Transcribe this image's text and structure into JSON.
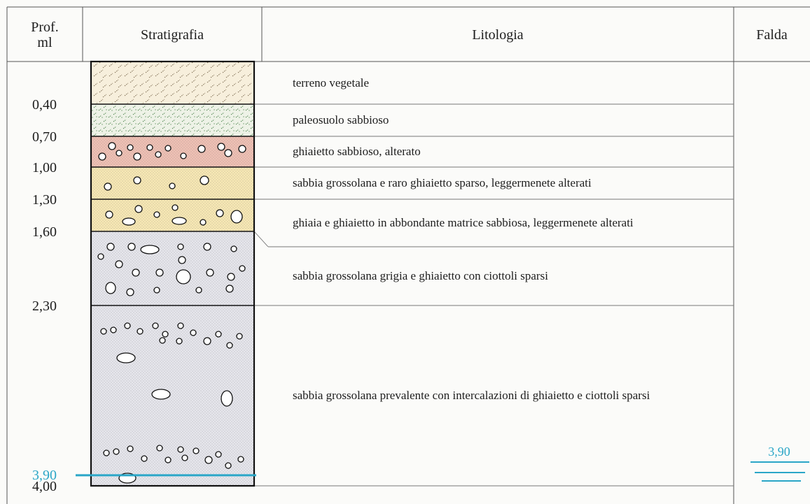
{
  "headers": {
    "prof": "Prof.",
    "prof_unit": "ml",
    "stratigrafia": "Stratigrafia",
    "litologia": "Litologia",
    "falda": "Falda"
  },
  "layers": [
    {
      "from": 0.0,
      "to": 0.4,
      "description": "terreno vegetale",
      "pattern": "vegetale",
      "color": "#f7efdc"
    },
    {
      "from": 0.4,
      "to": 0.7,
      "description": "paleosuolo sabbioso",
      "pattern": "paleosuolo",
      "color": "#eef2e7"
    },
    {
      "from": 0.7,
      "to": 1.0,
      "description": "ghiaietto sabbioso, alterato",
      "pattern": "gravel",
      "color": "#efc0b4"
    },
    {
      "from": 1.0,
      "to": 1.3,
      "description": "sabbia grossolana e raro ghiaietto sparso, leggermenete alterati",
      "pattern": "sand-sparse",
      "color": "#f7e8b4"
    },
    {
      "from": 1.3,
      "to": 1.6,
      "description": "ghiaia e ghiaietto in abbondante matrice sabbiosa, leggermenete alterati",
      "pattern": "gravel-coarse",
      "color": "#f7e8b4"
    },
    {
      "from": 1.6,
      "to": 2.3,
      "description": "sabbia grossolana grigia e ghiaietto con ciottoli sparsi",
      "pattern": "grey-gravel",
      "color": "#e6e6ec"
    },
    {
      "from": 2.3,
      "to": 4.0,
      "description": "sabbia grossolana prevalente con intercalazioni di ghiaietto e ciottoli sparsi",
      "pattern": "grey-sand",
      "color": "#e6e6ec"
    }
  ],
  "depth_labels": [
    "0,40",
    "0,70",
    "1,00",
    "1,30",
    "1,60",
    "2,30",
    "4,00"
  ],
  "water_table": {
    "depth": 3.9,
    "label": "3,90",
    "color": "#2aa6c7"
  }
}
